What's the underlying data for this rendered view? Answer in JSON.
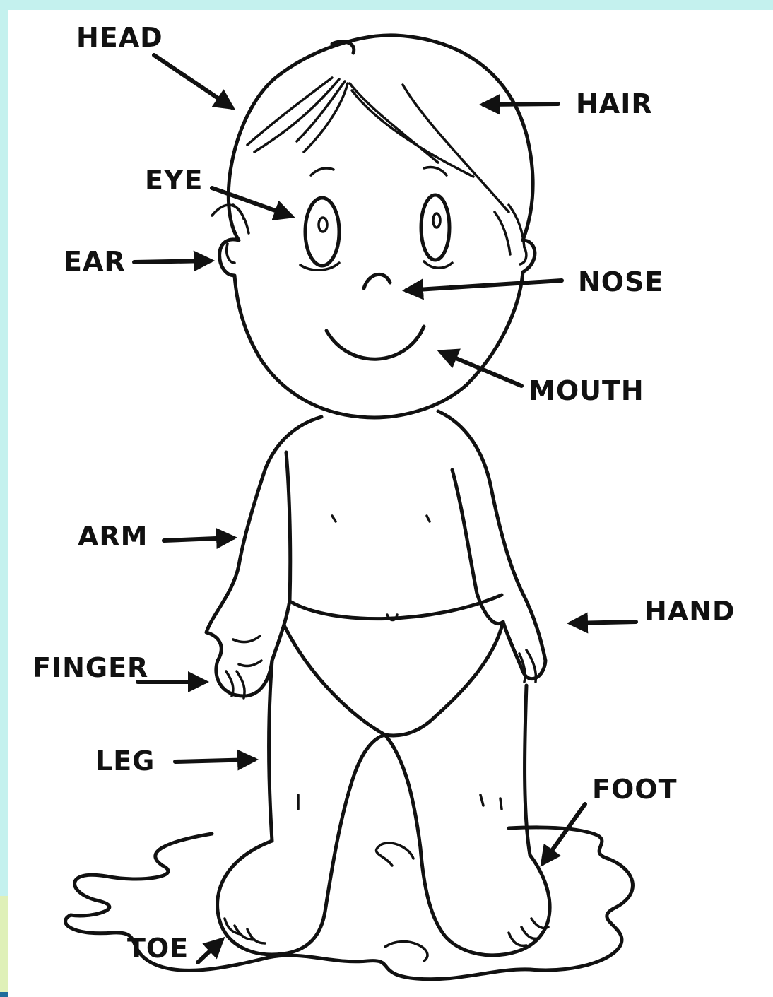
{
  "colors": {
    "background_accent": "#c4f1ee",
    "sheet": "#ffffff",
    "ink": "#111111",
    "bottom_bar": "#1f6d9c",
    "left_strip": "#dff0b8"
  },
  "labels": {
    "head": "HEAD",
    "hair": "HAIR",
    "eye": "EYE",
    "ear": "EAR",
    "nose": "NOSE",
    "mouth": "MOUTH",
    "arm": "ARM",
    "hand": "HAND",
    "finger": "FINGER",
    "leg": "LEG",
    "foot": "FOOT",
    "toe": "TOE"
  }
}
